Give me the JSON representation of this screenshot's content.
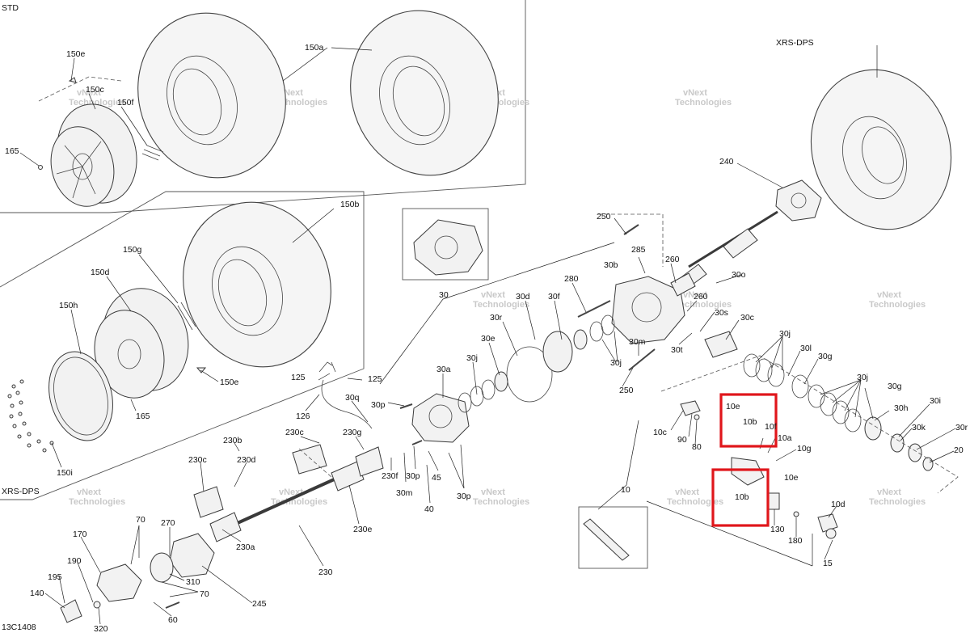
{
  "sections": {
    "std": "STD",
    "xrs_dps_top": "XRS-DPS",
    "xrs_dps_left": "XRS-DPS"
  },
  "drawing_code": "13C1408",
  "watermark": [
    "vNext",
    "Technologies"
  ],
  "labels": {
    "l150e_top": "150e",
    "l150c": "150c",
    "l150f": "150f",
    "l165_top": "165",
    "l150a": "150a",
    "l150b": "150b",
    "l150g": "150g",
    "l150d": "150d",
    "l150h": "150h",
    "l150e_mid": "150e",
    "l165_mid": "165",
    "l150i": "150i",
    "l30": "30",
    "l250_top": "250",
    "l285": "285",
    "l30b": "30b",
    "l260_a": "260",
    "l30o": "30o",
    "l280": "280",
    "l30f": "30f",
    "l30d": "30d",
    "l30r_a": "30r",
    "l30e": "30e",
    "l30j_a": "30j",
    "l30a": "30a",
    "l30p_a": "30p",
    "l30q": "30q",
    "l125_a": "125",
    "l125_b": "125",
    "l126": "126",
    "l30m_a": "30m",
    "l30j_b": "30j",
    "l250_bot": "250",
    "l260_b": "260",
    "l30s": "30s",
    "l30c": "30c",
    "l30t": "30t",
    "l30j_c": "30j",
    "l30l": "30l",
    "l30g_a": "30g",
    "l30j_d": "30j",
    "l30g_b": "30g",
    "l30h": "30h",
    "l30i": "30i",
    "l30k": "30k",
    "l30r_b": "30r",
    "l20": "20",
    "l240": "240",
    "l230c_a": "230c",
    "l230b": "230b",
    "l230c_b": "230c",
    "l230d": "230d",
    "l230g": "230g",
    "l230f": "230f",
    "l30m_b": "30m",
    "l30p_b": "30p",
    "l45": "45",
    "l30p_c": "30p",
    "l40": "40",
    "l230e": "230e",
    "l230a": "230a",
    "l230": "230",
    "l70_a": "70",
    "l170": "170",
    "l270": "270",
    "l190": "190",
    "l195": "195",
    "l140": "140",
    "l310": "310",
    "l70_b": "70",
    "l245": "245",
    "l60": "60",
    "l320": "320",
    "l10c": "10c",
    "l90": "90",
    "l80": "80",
    "l10e_a": "10e",
    "l10b_a": "10b",
    "l10f": "10f",
    "l10a": "10a",
    "l10g": "10g",
    "l10e_b": "10e",
    "l10b_b": "10b",
    "l10d": "10d",
    "l130": "130",
    "l180": "180",
    "l15": "15",
    "l10": "10"
  }
}
